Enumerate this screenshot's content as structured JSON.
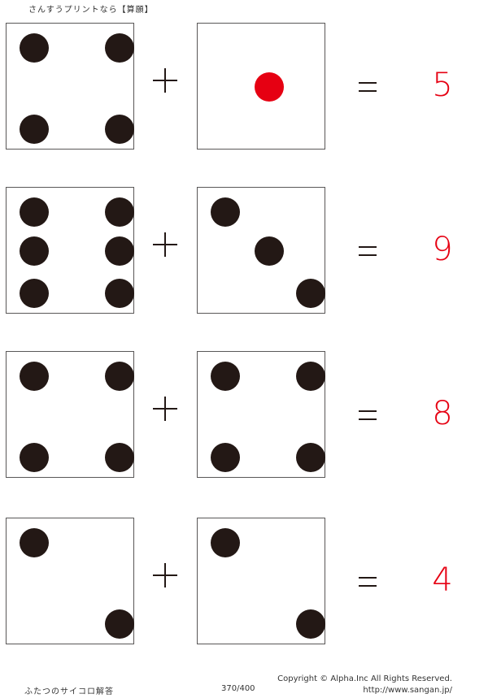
{
  "header": {
    "title": "さんすうプリントなら【算願】"
  },
  "rows": [
    {
      "left_pips": 4,
      "right_pips": 1,
      "operator": "+",
      "equals": "=",
      "answer": "5"
    },
    {
      "left_pips": 6,
      "right_pips": 3,
      "operator": "+",
      "equals": "=",
      "answer": "9"
    },
    {
      "left_pips": 4,
      "right_pips": 4,
      "operator": "+",
      "equals": "=",
      "answer": "8"
    },
    {
      "left_pips": 2,
      "right_pips": 2,
      "operator": "+",
      "equals": "=",
      "answer": "4"
    }
  ],
  "colors": {
    "pip": "#231815",
    "single_pip": "#e60012",
    "answer": "#e60012",
    "border": "#595757"
  },
  "footer": {
    "title": "ふたつのサイコロ解答",
    "page": "370/400",
    "copyright": "Copyright ©  Alpha.Inc All Rights Reserved.",
    "url": "http://www.sangan.jp/"
  }
}
